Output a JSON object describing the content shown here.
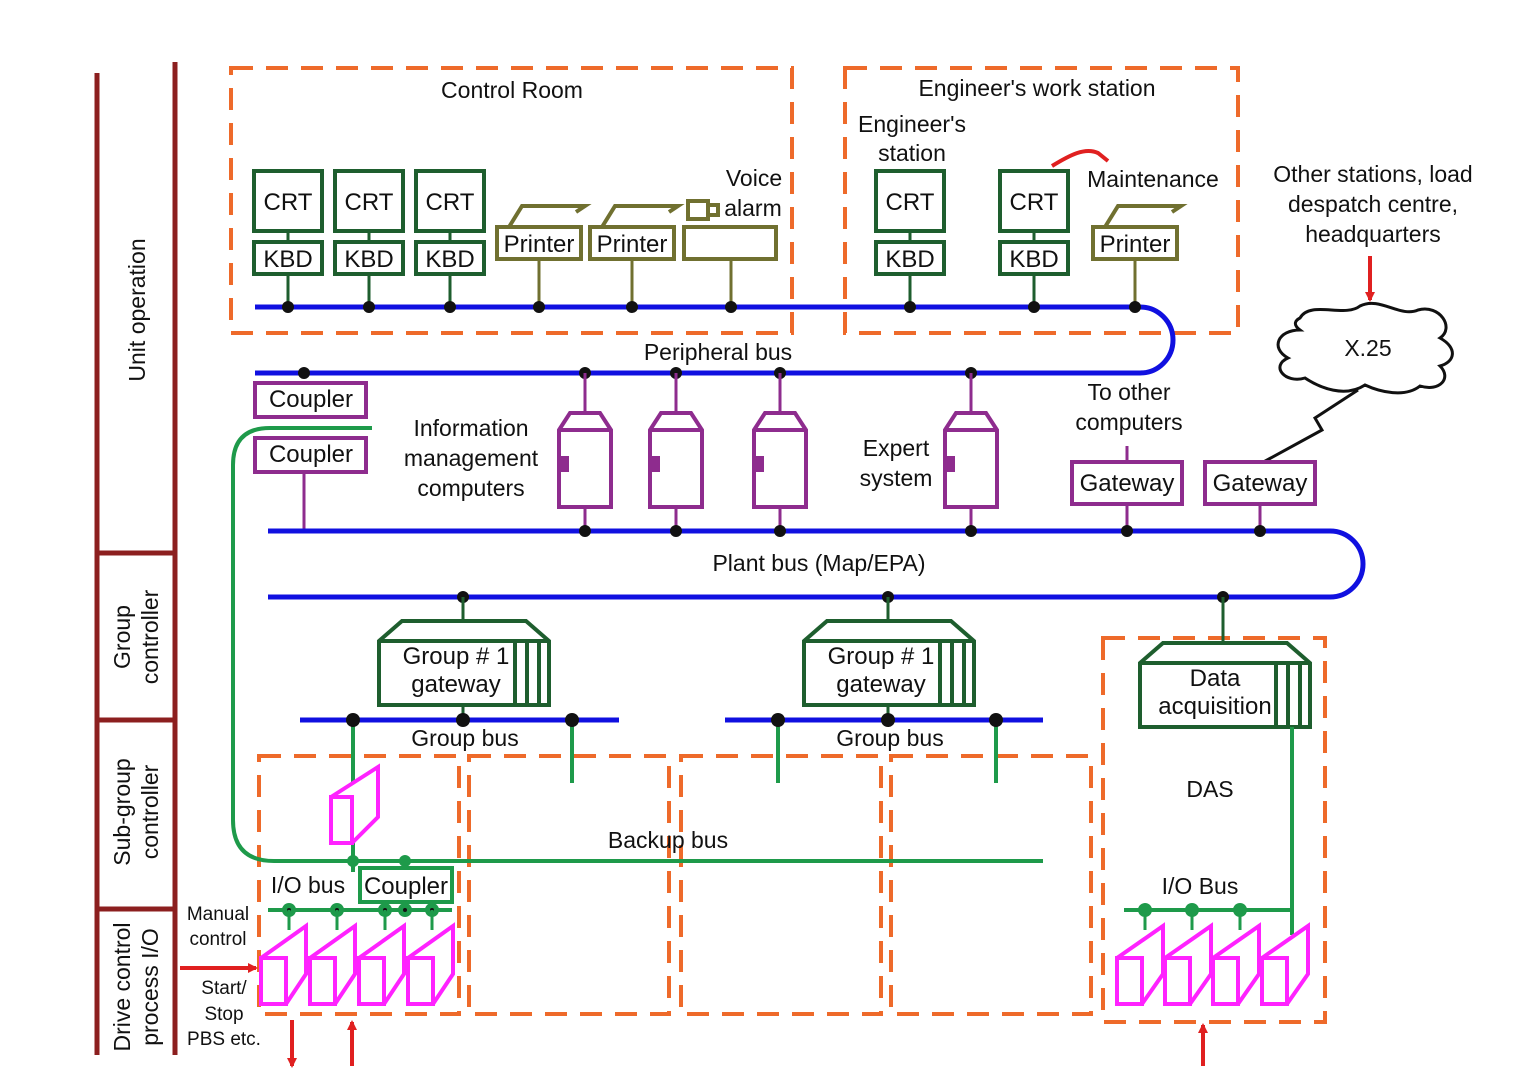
{
  "colors": {
    "orange": "#ee6a2a",
    "blue": "#1010e0",
    "green_dark": "#1e5e2e",
    "green_line": "#1e9a4a",
    "olive": "#707030",
    "purple": "#8e2c8e",
    "magenta": "#ff22ff",
    "maroon": "#8c1f1f",
    "red": "#e02020"
  },
  "levels": {
    "unit": "Unit operation",
    "group": [
      "Group",
      "controller"
    ],
    "subgroup": [
      "Sub-group",
      "controller"
    ],
    "drive": [
      "Drive control",
      "process I/O"
    ]
  },
  "control_room": {
    "title": "Control Room",
    "crt": "CRT",
    "kbd": "KBD",
    "printer": "Printer",
    "voice_alarm": [
      "Voice",
      "alarm"
    ]
  },
  "engineer": {
    "title": "Engineer's work station",
    "station": [
      "Engineer's",
      "station"
    ],
    "maintenance": "Maintenance",
    "crt": "CRT",
    "kbd": "KBD",
    "printer": "Printer"
  },
  "other_stations": [
    "Other stations, load",
    "despatch centre,",
    "headquarters"
  ],
  "x25": "X.25",
  "peripheral_bus": "Peripheral bus",
  "coupler": "Coupler",
  "info_mgmt": [
    "Information",
    "management",
    "computers"
  ],
  "expert": [
    "Expert",
    "system"
  ],
  "to_other": [
    "To other",
    "computers"
  ],
  "gateway": "Gateway",
  "plant_bus": "Plant bus (Map/EPA)",
  "group_gateway": [
    "Group # 1",
    "gateway"
  ],
  "data_acq": [
    "Data",
    "acquisition"
  ],
  "group_bus": "Group bus",
  "das": "DAS",
  "backup_bus": "Backup bus",
  "io_bus": "I/O bus",
  "io_bus2": "I/O Bus",
  "manual_control": [
    "Manual",
    "control"
  ],
  "start_stop": [
    "Start/",
    "Stop",
    "PBS etc."
  ]
}
